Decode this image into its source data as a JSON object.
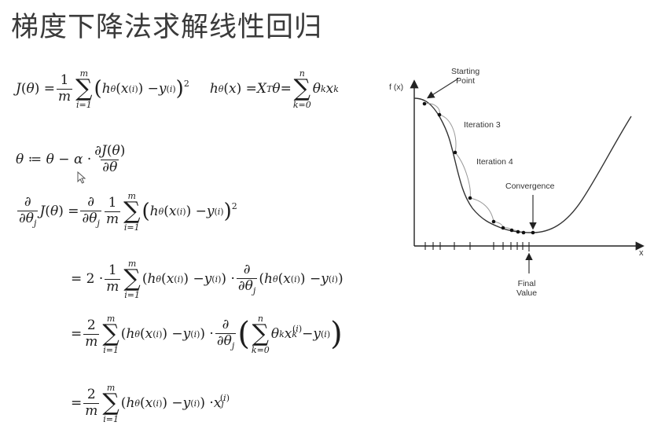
{
  "title": "梯度下降法求解线性回归",
  "equations": {
    "cost": {
      "lhs": "J(θ)",
      "coef_num": "1",
      "coef_den": "m",
      "sum_upper": "m",
      "sum_lower": "i=1",
      "body": "(hθ(x⁽ⁱ⁾) − y⁽ⁱ⁾)²"
    },
    "hypothesis": {
      "lhs": "hθ(x)",
      "mid": "XᵀΘ",
      "sum_upper": "n",
      "sum_lower": "k=0",
      "body": "θₖxₖ"
    },
    "update": {
      "text": "θ ≔ θ − α ·",
      "frac_num": "∂J(θ)",
      "frac_den": "∂θ"
    },
    "derivation": [
      "∂/∂θⱼ J(θ) = ∂/∂θⱼ (1/m) Σᵢ₌₁ᵐ (hθ(x⁽ⁱ⁾) − y⁽ⁱ⁾)²",
      "= 2 · (1/m) Σᵢ₌₁ᵐ (hθ(x⁽ⁱ⁾) − y⁽ⁱ⁾) · ∂/∂θⱼ (hθ(x⁽ⁱ⁾) − y⁽ⁱ⁾)",
      "= (2/m) Σᵢ₌₁ᵐ (hθ(x⁽ⁱ⁾) − y⁽ⁱ⁾) · ∂/∂θⱼ (Σₖ₌₀ⁿ θₖxₖ⁽ⁱ⁾ − y⁽ⁱ⁾)",
      "= (2/m) Σᵢ₌₁ᵐ (hθ(x⁽ⁱ⁾) − y⁽ⁱ⁾) · xⱼ⁽ⁱ⁾"
    ]
  },
  "diagram": {
    "y_axis_label": "f (x)",
    "x_axis_label": "x",
    "labels": {
      "starting_point_1": "Starting",
      "starting_point_2": "Point",
      "iteration3": "Iteration 3",
      "iteration4": "Iteration 4",
      "convergence": "Convergence",
      "final_value_1": "Final",
      "final_value_2": "Value"
    }
  }
}
